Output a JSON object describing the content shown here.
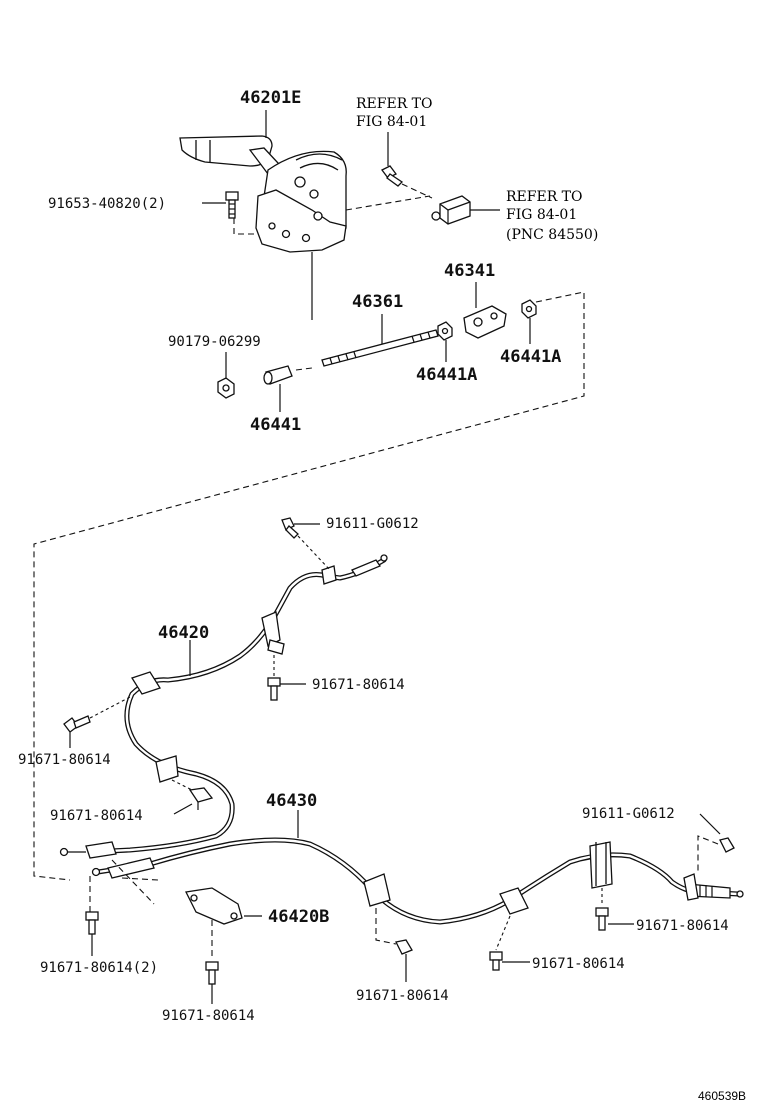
{
  "labels": {
    "lever_assy": "46201E",
    "refer_top_1": "REFER TO",
    "refer_top_2": "FIG 84-01",
    "refer_mid_1": "REFER TO",
    "refer_mid_2": "FIG 84-01",
    "refer_mid_3": "(PNC 84550)",
    "bolt_lever": "91653-40820(2)",
    "part_46341": "46341",
    "part_46361": "46361",
    "nut_90179": "90179-06299",
    "nut_46441A_1": "46441A",
    "nut_46441A_2": "46441A",
    "part_46441": "46441",
    "bolt_g0612_top": "91611-G0612",
    "cable_46420": "46420",
    "bolt_80614_a": "91671-80614",
    "bolt_80614_b": "91671-80614",
    "bolt_80614_c": "91671-80614",
    "cable_46430": "46430",
    "bolt_g0612_right": "91611-G0612",
    "bracket_46420B": "46420B",
    "bolt_80614_d": "91671-80614",
    "bolt_80614_e": "91671-80614",
    "bolt_80614_left2": "91671-80614(2)",
    "bolt_80614_bottom": "91671-80614",
    "bolt_80614_mid": "91671-80614",
    "diagram_code": "460539B"
  }
}
